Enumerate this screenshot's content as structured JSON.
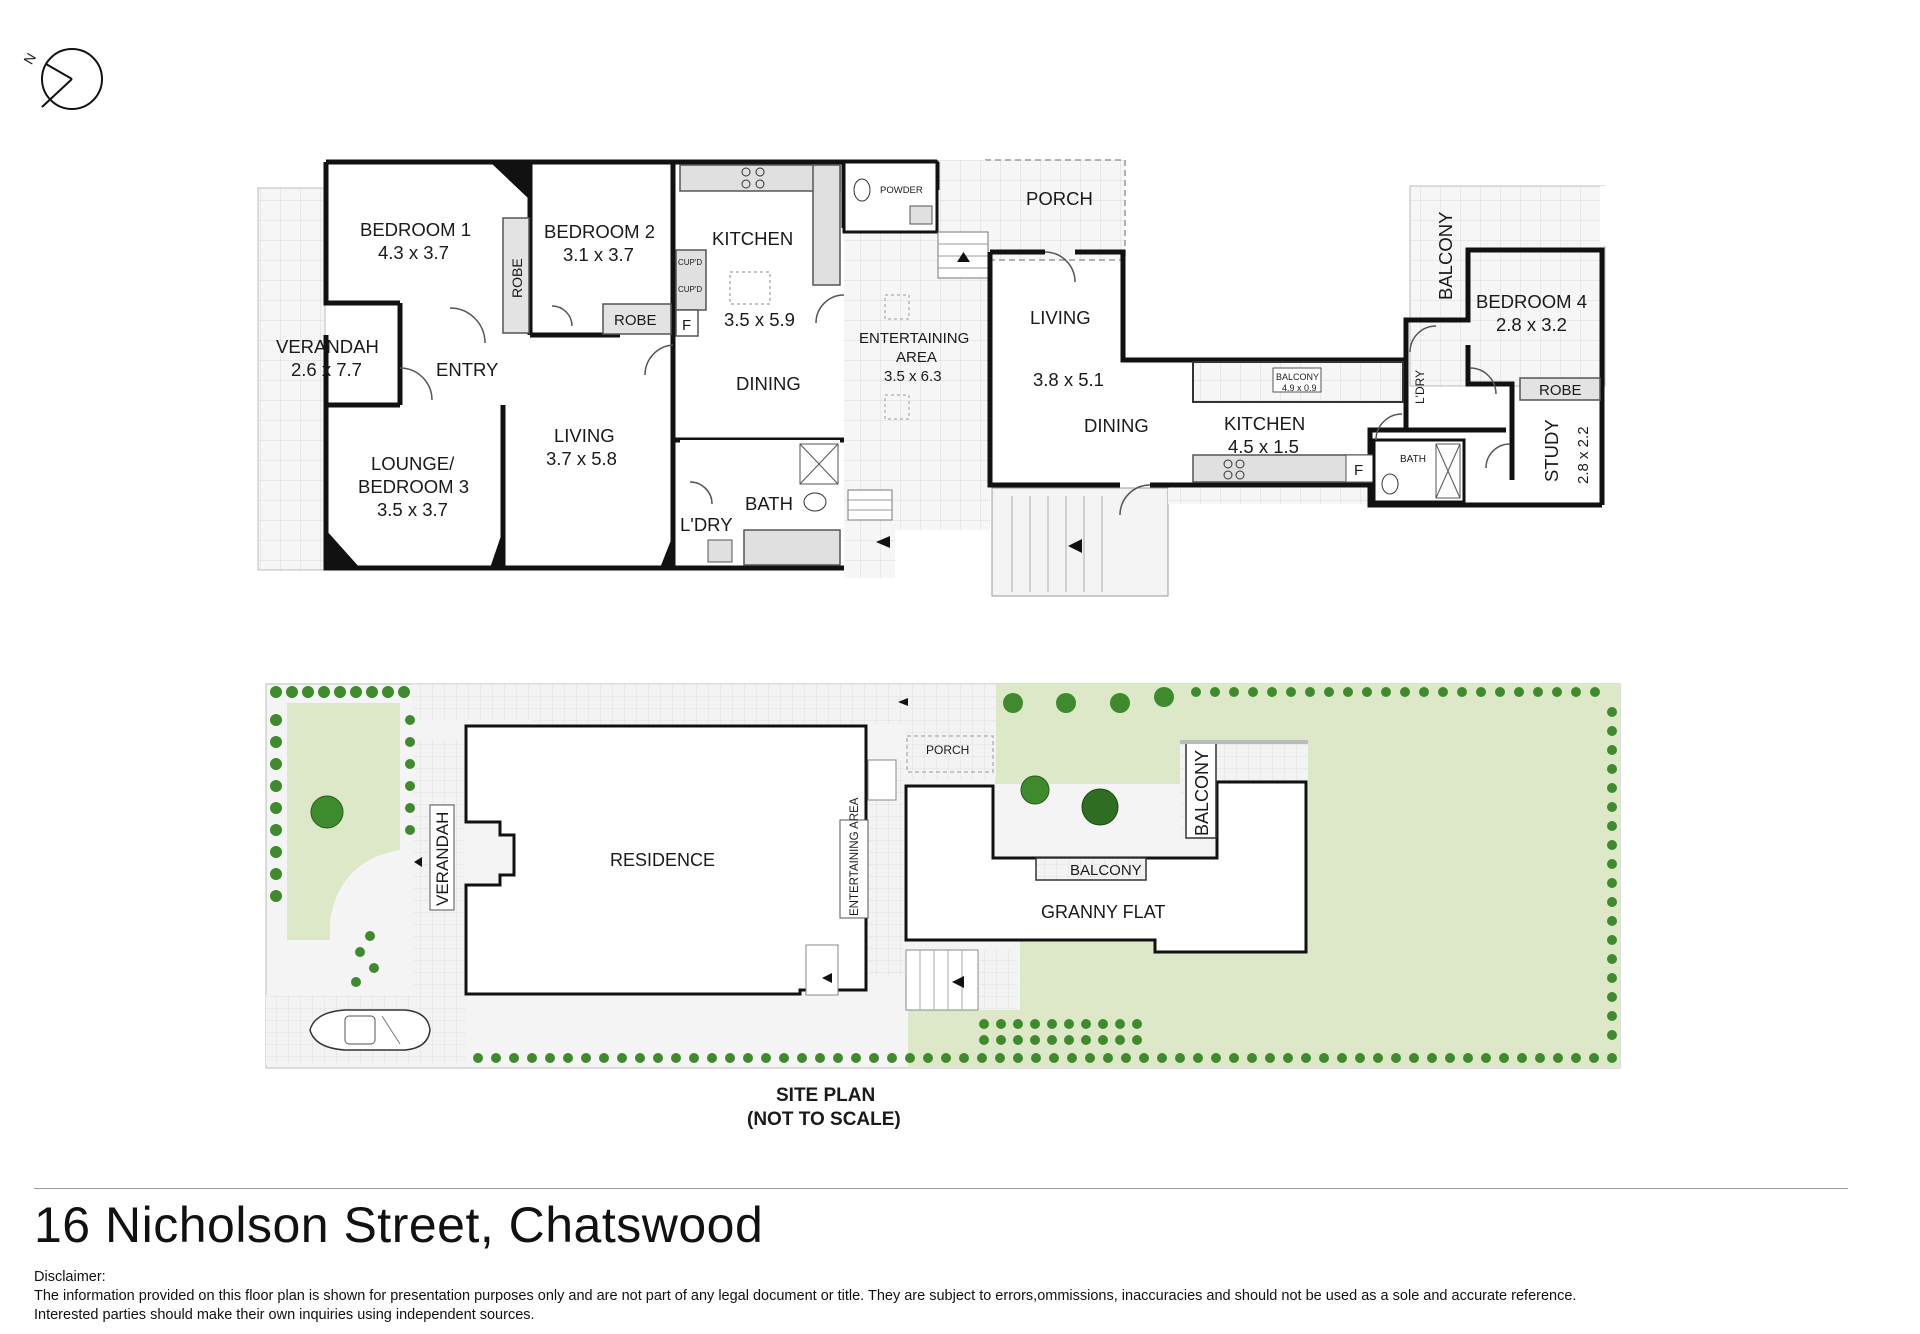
{
  "compass": {
    "north_label": "N"
  },
  "floor_plan": {
    "bedroom1": {
      "name": "BEDROOM 1",
      "size": "4.3 x 3.7"
    },
    "bedroom2": {
      "name": "BEDROOM 2",
      "size": "3.1 x 3.7"
    },
    "robe": "ROBE",
    "kitchen": {
      "name": "KITCHEN",
      "size": "3.5 x 5.9",
      "dining": "DINING",
      "cupboard": "CUP'D",
      "fridge": "F"
    },
    "powder": "POWDER",
    "porch": "PORCH",
    "verandah": {
      "name": "VERANDAH",
      "size": "2.6 x 7.7"
    },
    "entry": "ENTRY",
    "lounge": {
      "line1": "LOUNGE/",
      "line2": "BEDROOM 3",
      "size": "3.5 x 3.7"
    },
    "living": {
      "name": "LIVING",
      "size": "3.7 x 5.8"
    },
    "bath": "BATH",
    "laundry": "L'DRY",
    "entertaining": {
      "line1": "ENTERTAINING",
      "line2": "AREA",
      "size": "3.5 x 6.3"
    },
    "flat_living": {
      "name": "LIVING",
      "size": "3.8 x 5.1",
      "dining": "DINING"
    },
    "flat_balcony": {
      "name": "BALCONY",
      "size": "4.9 x 0.9"
    },
    "flat_kitchen": {
      "name": "KITCHEN",
      "size": "4.5 x 1.5",
      "fridge": "F"
    },
    "balcony": "BALCONY",
    "flat_laundry": "L'DRY",
    "flat_bath": "BATH",
    "bedroom4": {
      "name": "BEDROOM 4",
      "size": "2.8 x 3.2"
    },
    "study": {
      "name": "STUDY",
      "size": "2.8 x 2.2"
    }
  },
  "site_plan": {
    "residence": "RESIDENCE",
    "verandah": "VERANDAH",
    "entertaining": "ENTERTAINING AREA",
    "porch": "PORCH",
    "balcony_vertical": "BALCONY",
    "balcony": "BALCONY",
    "granny_flat": "GRANNY FLAT",
    "caption_line1": "SITE PLAN",
    "caption_line2": "(NOT TO SCALE)"
  },
  "address": "16 Nicholson Street, Chatswood",
  "disclaimer": {
    "heading": "Disclaimer:",
    "line1": "The information provided on this floor plan is shown for presentation purposes only and are not part of any legal document or title. They are subject to errors,ommissions, inaccuracies and should not be used as a sole and accurate reference.",
    "line2": "Interested parties should make their own inquiries using independent sources."
  },
  "colors": {
    "lawn": "#dde8c8",
    "tree": "#3f8a2c",
    "wall": "#111111",
    "paving": "#f1f1f1",
    "fixture": "#e0e0e0"
  }
}
